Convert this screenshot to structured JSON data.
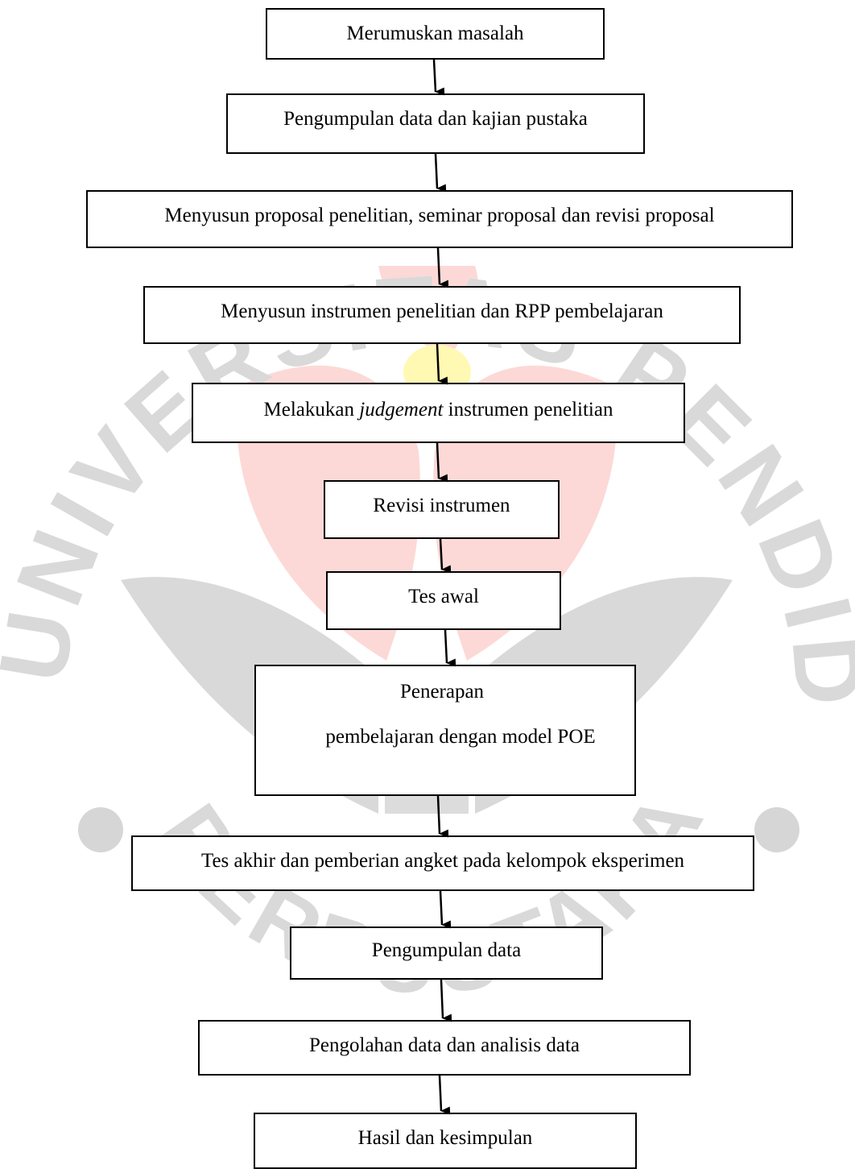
{
  "watermark": {
    "ring_text": "UNIVERSITAS PENDIDIKAN INDONESIA",
    "bottom_text": "PERPUSTAKAAN",
    "colors": {
      "gray": "#d3d3d3",
      "red": "#fcd9d6",
      "highlight": "#fff9b3"
    }
  },
  "flowchart": {
    "steps": [
      {
        "id": "s1",
        "label": "Merumuskan masalah"
      },
      {
        "id": "s2",
        "label": "Pengumpulan data dan kajian pustaka"
      },
      {
        "id": "s3",
        "label": "Menyusun proposal penelitian, seminar proposal dan revisi proposal"
      },
      {
        "id": "s4",
        "label": "Menyusun instrumen penelitian dan RPP pembelajaran"
      },
      {
        "id": "s5",
        "label_prefix": "Melakukan",
        "label_italic": "judgement",
        "label_suffix": "instrumen penelitian"
      },
      {
        "id": "s6",
        "label": "Revisi instrumen"
      },
      {
        "id": "s7",
        "label": "Tes awal"
      },
      {
        "id": "s8",
        "label_line1": "Penerapan",
        "label_line2": "pembelajaran dengan model POE"
      },
      {
        "id": "s9",
        "label": "Tes akhir dan pemberian angket pada kelompok eksperimen"
      },
      {
        "id": "s10",
        "label": "Pengumpulan data"
      },
      {
        "id": "s11",
        "label": "Pengolahan data dan analisis data"
      },
      {
        "id": "s12",
        "label": "Hasil dan kesimpulan"
      }
    ],
    "arrow_color": "#000000",
    "box_border_color": "#000000"
  }
}
